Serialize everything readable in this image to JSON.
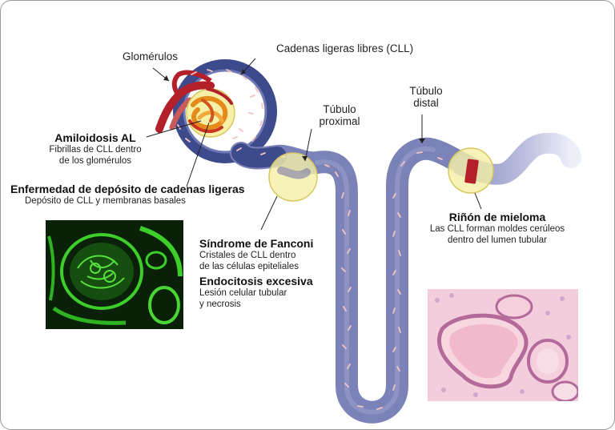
{
  "labels": {
    "glomerulos": "Glomérulos",
    "cll": "Cadenas ligeras libres (CLL)",
    "tubulo_proximal_1": "Túbulo",
    "tubulo_proximal_2": "proximal",
    "tubulo_distal_1": "Túbulo",
    "tubulo_distal_2": "distal"
  },
  "conditions": {
    "amiloidosis": {
      "title": "Amiloidosis AL",
      "line1": "Fibrillas de CLL dentro",
      "line2": "de los glomérulos"
    },
    "enfermedad": {
      "title": "Enfermedad de depósito de cadenas ligeras",
      "line1": "Depósito de CLL y membranas basales"
    },
    "fanconi": {
      "title": "Síndrome de Fanconi",
      "line1": "Cristales de CLL dentro",
      "line2": "de las células epiteliales"
    },
    "endocitosis": {
      "title": "Endocitosis excesiva",
      "line1": "Lesión celular tubular",
      "line2": "y necrosis"
    },
    "rinon": {
      "title": "Riñón de mieloma",
      "line1": "Las CLL forman moldes cerúleos",
      "line2": "dentro del lumen tubular"
    }
  },
  "colors": {
    "tubule": "#7b82b8",
    "tubule_dark": "#3d4a8c",
    "tubule_fade": "#d6d8ec",
    "highlight": "#f5f0a6",
    "artery": "#b3202a",
    "fluorescence": "#3ccf2a",
    "histology_pink": "#f2c4d4"
  }
}
